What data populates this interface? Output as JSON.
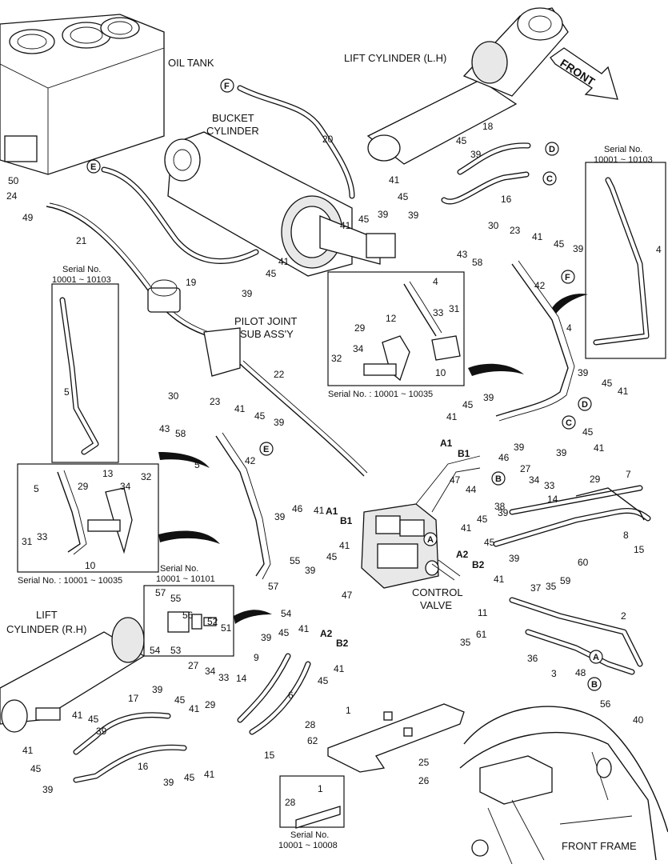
{
  "captions": {
    "oil_tank": "OIL TANK",
    "bucket_cylinder_1": "BUCKET",
    "bucket_cylinder_2": "CYLINDER",
    "lift_cylinder_lh": "LIFT CYLINDER (L.H)",
    "front": "FRONT",
    "pilot_joint_1": "PILOT JOINT",
    "pilot_joint_2": "SUB ASS'Y",
    "control_valve_1": "CONTROL",
    "control_valve_2": "VALVE",
    "lift_cylinder_rh_1": "LIFT",
    "lift_cylinder_rh_2": "CYLINDER (R.H)",
    "front_frame": "FRONT FRAME"
  },
  "serials": {
    "right_top_1": "Serial No.",
    "right_top_2": "10001 ~ 10103",
    "left_top_1": "Serial No.",
    "left_top_2": "10001 ~ 10103",
    "center_box": "Serial No. : 10001 ~ 10035",
    "left_box": "Serial No. : 10001 ~ 10035",
    "small_box_1": "Serial No.",
    "small_box_2": "10001 ~ 10101",
    "bottom_box_1": "Serial No.",
    "bottom_box_2": "10001 ~ 10008"
  },
  "port_markers": {
    "F": "F",
    "E": "E",
    "D": "D",
    "C": "C",
    "A": "A",
    "B": "B"
  },
  "port_labels": {
    "A1": "A1",
    "B1": "B1",
    "A2": "A2",
    "B2": "B2"
  },
  "part_numbers": [
    {
      "id": "p20",
      "text": "20"
    },
    {
      "id": "p50",
      "text": "50"
    },
    {
      "id": "p24",
      "text": "24"
    },
    {
      "id": "p49",
      "text": "49"
    },
    {
      "id": "p21",
      "text": "21"
    },
    {
      "id": "p19",
      "text": "19"
    },
    {
      "id": "p39a",
      "text": "39"
    },
    {
      "id": "p45a",
      "text": "45"
    },
    {
      "id": "p41a",
      "text": "41"
    },
    {
      "id": "p41b",
      "text": "41"
    },
    {
      "id": "p45b",
      "text": "45"
    },
    {
      "id": "p39b",
      "text": "39"
    },
    {
      "id": "p18",
      "text": "18"
    },
    {
      "id": "p45c",
      "text": "45"
    },
    {
      "id": "p39c",
      "text": "39"
    },
    {
      "id": "p41c",
      "text": "41"
    },
    {
      "id": "p45d",
      "text": "45"
    },
    {
      "id": "p39d",
      "text": "39"
    },
    {
      "id": "p16a",
      "text": "16"
    },
    {
      "id": "p4a",
      "text": "4"
    },
    {
      "id": "p30a",
      "text": "30"
    },
    {
      "id": "p23a",
      "text": "23"
    },
    {
      "id": "p43a",
      "text": "43"
    },
    {
      "id": "p58a",
      "text": "58"
    },
    {
      "id": "p41d",
      "text": "41"
    },
    {
      "id": "p45e",
      "text": "45"
    },
    {
      "id": "p39e",
      "text": "39"
    },
    {
      "id": "p42a",
      "text": "42"
    },
    {
      "id": "p4b",
      "text": "4"
    },
    {
      "id": "p4c",
      "text": "4"
    },
    {
      "id": "p12",
      "text": "12"
    },
    {
      "id": "p29a",
      "text": "29"
    },
    {
      "id": "p34a",
      "text": "34"
    },
    {
      "id": "p33a",
      "text": "33"
    },
    {
      "id": "p31a",
      "text": "31"
    },
    {
      "id": "p32a",
      "text": "32"
    },
    {
      "id": "p10a",
      "text": "10"
    },
    {
      "id": "p5a",
      "text": "5"
    },
    {
      "id": "p22",
      "text": "22"
    },
    {
      "id": "p30b",
      "text": "30"
    },
    {
      "id": "p23b",
      "text": "23"
    },
    {
      "id": "p43b",
      "text": "43"
    },
    {
      "id": "p58b",
      "text": "58"
    },
    {
      "id": "p41e",
      "text": "41"
    },
    {
      "id": "p45f",
      "text": "45"
    },
    {
      "id": "p39f",
      "text": "39"
    },
    {
      "id": "p42b",
      "text": "42"
    },
    {
      "id": "p5b",
      "text": "5"
    },
    {
      "id": "p5c",
      "text": "5"
    },
    {
      "id": "p29b",
      "text": "29"
    },
    {
      "id": "p13",
      "text": "13"
    },
    {
      "id": "p34b",
      "text": "34"
    },
    {
      "id": "p32b",
      "text": "32"
    },
    {
      "id": "p31b",
      "text": "31"
    },
    {
      "id": "p33b",
      "text": "33"
    },
    {
      "id": "p10b",
      "text": "10"
    },
    {
      "id": "p45g",
      "text": "45"
    },
    {
      "id": "p39g",
      "text": "39"
    },
    {
      "id": "p41f",
      "text": "41"
    },
    {
      "id": "p46a",
      "text": "46"
    },
    {
      "id": "p39h",
      "text": "39"
    },
    {
      "id": "p39i",
      "text": "39"
    },
    {
      "id": "p45h",
      "text": "45"
    },
    {
      "id": "p41g",
      "text": "41"
    },
    {
      "id": "p39j",
      "text": "39"
    },
    {
      "id": "p45i",
      "text": "45"
    },
    {
      "id": "p41h",
      "text": "41"
    },
    {
      "id": "p27a",
      "text": "27"
    },
    {
      "id": "p34c",
      "text": "34"
    },
    {
      "id": "p33c",
      "text": "33"
    },
    {
      "id": "p29c",
      "text": "29"
    },
    {
      "id": "p7",
      "text": "7"
    },
    {
      "id": "p14a",
      "text": "14"
    },
    {
      "id": "p8",
      "text": "8"
    },
    {
      "id": "p15a",
      "text": "15"
    },
    {
      "id": "p44",
      "text": "44"
    },
    {
      "id": "p47a",
      "text": "47"
    },
    {
      "id": "p38",
      "text": "38"
    },
    {
      "id": "p39k",
      "text": "39"
    },
    {
      "id": "p45j",
      "text": "45"
    },
    {
      "id": "p41i",
      "text": "41"
    },
    {
      "id": "p45k",
      "text": "45"
    },
    {
      "id": "p39l",
      "text": "39"
    },
    {
      "id": "p41j",
      "text": "41"
    },
    {
      "id": "p39m",
      "text": "39"
    },
    {
      "id": "p46b",
      "text": "46"
    },
    {
      "id": "p41k",
      "text": "41"
    },
    {
      "id": "p41l",
      "text": "41"
    },
    {
      "id": "p45l",
      "text": "45"
    },
    {
      "id": "p39n",
      "text": "39"
    },
    {
      "id": "p55a",
      "text": "55"
    },
    {
      "id": "p57a",
      "text": "57"
    },
    {
      "id": "p47b",
      "text": "47"
    },
    {
      "id": "p54a",
      "text": "54"
    },
    {
      "id": "p57b",
      "text": "57"
    },
    {
      "id": "p55b",
      "text": "55"
    },
    {
      "id": "p56",
      "text": "56"
    },
    {
      "id": "p52",
      "text": "52"
    },
    {
      "id": "p51",
      "text": "51"
    },
    {
      "id": "p54b",
      "text": "54"
    },
    {
      "id": "p53",
      "text": "53"
    },
    {
      "id": "p60",
      "text": "60"
    },
    {
      "id": "p37",
      "text": "37"
    },
    {
      "id": "p35a",
      "text": "35"
    },
    {
      "id": "p59",
      "text": "59"
    },
    {
      "id": "p2",
      "text": "2"
    },
    {
      "id": "p11",
      "text": "11"
    },
    {
      "id": "p35b",
      "text": "35"
    },
    {
      "id": "p61",
      "text": "61"
    },
    {
      "id": "p36",
      "text": "36"
    },
    {
      "id": "p3",
      "text": "3"
    },
    {
      "id": "p48",
      "text": "48"
    },
    {
      "id": "p40",
      "text": "40"
    },
    {
      "id": "p56b",
      "text": "56"
    },
    {
      "id": "p39o",
      "text": "39"
    },
    {
      "id": "p45m",
      "text": "45"
    },
    {
      "id": "p41m",
      "text": "41"
    },
    {
      "id": "p9",
      "text": "9"
    },
    {
      "id": "p6",
      "text": "6"
    },
    {
      "id": "p45n",
      "text": "45"
    },
    {
      "id": "p41n",
      "text": "41"
    },
    {
      "id": "p27b",
      "text": "27"
    },
    {
      "id": "p34d",
      "text": "34"
    },
    {
      "id": "p33d",
      "text": "33"
    },
    {
      "id": "p14b",
      "text": "14"
    },
    {
      "id": "p29d",
      "text": "29"
    },
    {
      "id": "p15b",
      "text": "15"
    },
    {
      "id": "p17",
      "text": "17"
    },
    {
      "id": "p39p",
      "text": "39"
    },
    {
      "id": "p45o",
      "text": "45"
    },
    {
      "id": "p41o",
      "text": "41"
    },
    {
      "id": "p41p",
      "text": "41"
    },
    {
      "id": "p45p",
      "text": "45"
    },
    {
      "id": "p39q",
      "text": "39"
    },
    {
      "id": "p41q",
      "text": "41"
    },
    {
      "id": "p45q",
      "text": "45"
    },
    {
      "id": "p39r",
      "text": "39"
    },
    {
      "id": "p16b",
      "text": "16"
    },
    {
      "id": "p39s",
      "text": "39"
    },
    {
      "id": "p45r",
      "text": "45"
    },
    {
      "id": "p41r",
      "text": "41"
    },
    {
      "id": "p1a",
      "text": "1"
    },
    {
      "id": "p28a",
      "text": "28"
    },
    {
      "id": "p62",
      "text": "62"
    },
    {
      "id": "p25",
      "text": "25"
    },
    {
      "id": "p26",
      "text": "26"
    },
    {
      "id": "p1b",
      "text": "1"
    },
    {
      "id": "p28b",
      "text": "28"
    }
  ]
}
